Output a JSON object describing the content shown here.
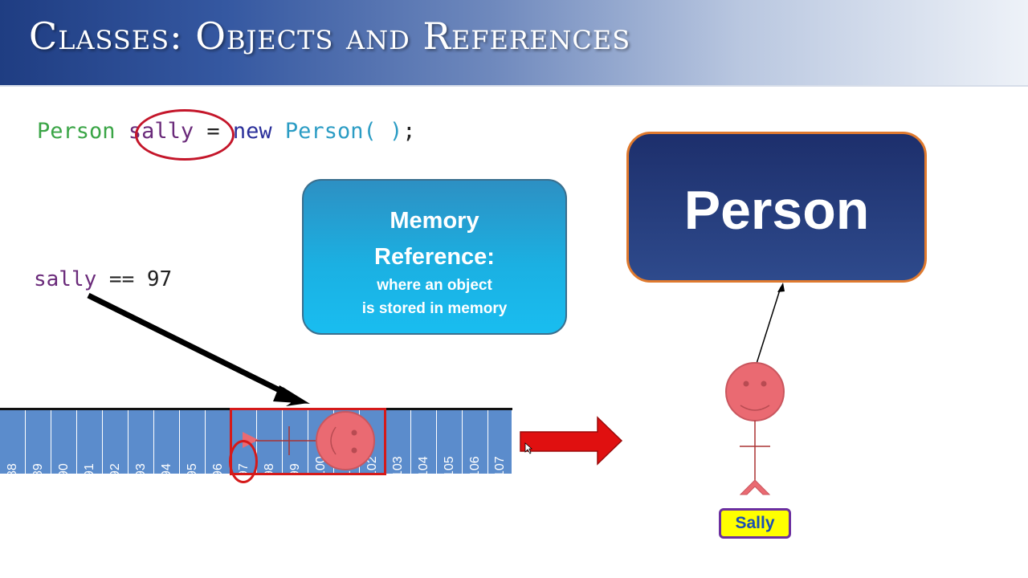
{
  "title": "Classes: Objects and References",
  "code": {
    "type": "Person",
    "variable": "sally",
    "assign": " = ",
    "keyword": "new",
    "constructor": "Person( )",
    "end": ";"
  },
  "equality": {
    "variable": "sally",
    "operator": " == ",
    "value": "97"
  },
  "info_box": {
    "title_line1": "Memory",
    "title_line2": "Reference:",
    "subtitle_line1": "where an object",
    "subtitle_line2": "is stored in memory"
  },
  "class_box": {
    "label": "Person"
  },
  "memory": {
    "addresses": [
      "88",
      "89",
      "90",
      "91",
      "92",
      "93",
      "94",
      "95",
      "96",
      "97",
      "98",
      "99",
      "100",
      "101",
      "102",
      "103",
      "104",
      "105",
      "106",
      "107"
    ],
    "highlighted_address": "97"
  },
  "object_label": "Sally",
  "colors": {
    "highlight_red": "#d51a1a",
    "arrow_red": "#e01010",
    "memory_cell": "#5b8ccc",
    "person_face": "#ea6a72",
    "class_box": "#23397a",
    "class_border": "#e07a2e",
    "name_tag": "#ffff00"
  }
}
